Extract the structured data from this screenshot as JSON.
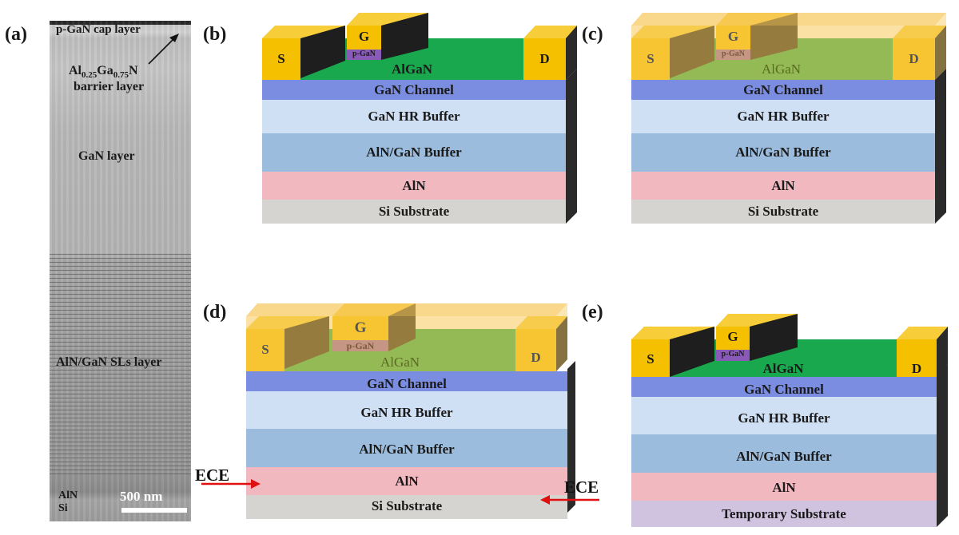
{
  "panels": {
    "a": "(a)",
    "b": "(b)",
    "c": "(c)",
    "d": "(d)",
    "e": "(e)"
  },
  "tem": {
    "cap": "p-GaN cap layer",
    "barrier_prefix": "Al",
    "barrier_sub1": "0.25",
    "barrier_mid": "Ga",
    "barrier_sub2": "0.75",
    "barrier_suffix": "N",
    "barrier_line2": "barrier layer",
    "gan": "GaN layer",
    "sls": "AlN/GaN SLs layer",
    "aln": "AlN",
    "si": "Si",
    "scale": "500 nm"
  },
  "layers": {
    "gate": "G",
    "pgan": "p-GaN",
    "source": "S",
    "drain": "D",
    "algan": "AlGaN",
    "channel": "GaN Channel",
    "hr": "GaN HR Buffer",
    "buffer": "AlN/GaN Buffer",
    "aln": "AlN",
    "si": "Si Substrate",
    "temp": "Temporary Substrate"
  },
  "ece": "ECE",
  "colors": {
    "metal": "#f5c000",
    "algan": "#1aa84e",
    "pgan": "#8a5ab8",
    "channel": "#7b8de0",
    "hr": "#cfe0f5",
    "buffer": "#9cbcde",
    "aln": "#f2b8bf",
    "si": "#d6d4d0",
    "temp": "#cfc3e0",
    "encap": "#f7c85a",
    "arrow": "#e01010"
  }
}
